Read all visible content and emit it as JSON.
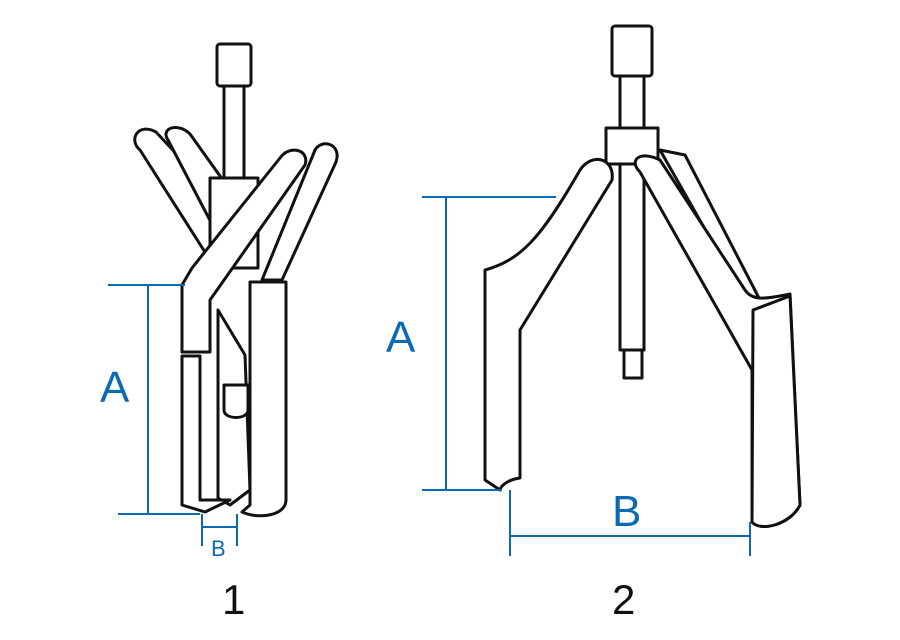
{
  "colors": {
    "dimension": "#0a6ab4",
    "outline": "#111111"
  },
  "figures": [
    {
      "number": "1",
      "dimension_a": "A",
      "dimension_b": "B"
    },
    {
      "number": "2",
      "dimension_a": "A",
      "dimension_b": "B"
    }
  ]
}
